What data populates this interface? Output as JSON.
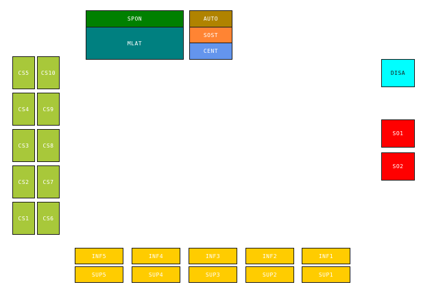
{
  "mode_panel": {
    "spon": "SPON",
    "mlat": "MLAT",
    "auto": "AUTO",
    "sost": "SOST",
    "cent": "CENT"
  },
  "cs_grid": {
    "left_column": [
      "CS5",
      "CS4",
      "CS3",
      "CS2",
      "CS1"
    ],
    "right_column": [
      "CS10",
      "CS9",
      "CS8",
      "CS7",
      "CS6"
    ]
  },
  "right_panel": {
    "disa": "DISA",
    "so1": "SO1",
    "so2": "SO2"
  },
  "bottom_panel": {
    "inf": [
      "INF5",
      "INF4",
      "INF3",
      "INF2",
      "INF1"
    ],
    "sup": [
      "SUP5",
      "SUP4",
      "SUP3",
      "SUP2",
      "SUP1"
    ]
  },
  "colors": {
    "spon": "#008000",
    "mlat": "#008080",
    "auto": "#b08300",
    "sost": "#ff8433",
    "cent": "#6495ed",
    "cs": "#a8c83a",
    "disa": "#00ffff",
    "so": "#ff0000",
    "inf_sup": "#ffcc00"
  }
}
